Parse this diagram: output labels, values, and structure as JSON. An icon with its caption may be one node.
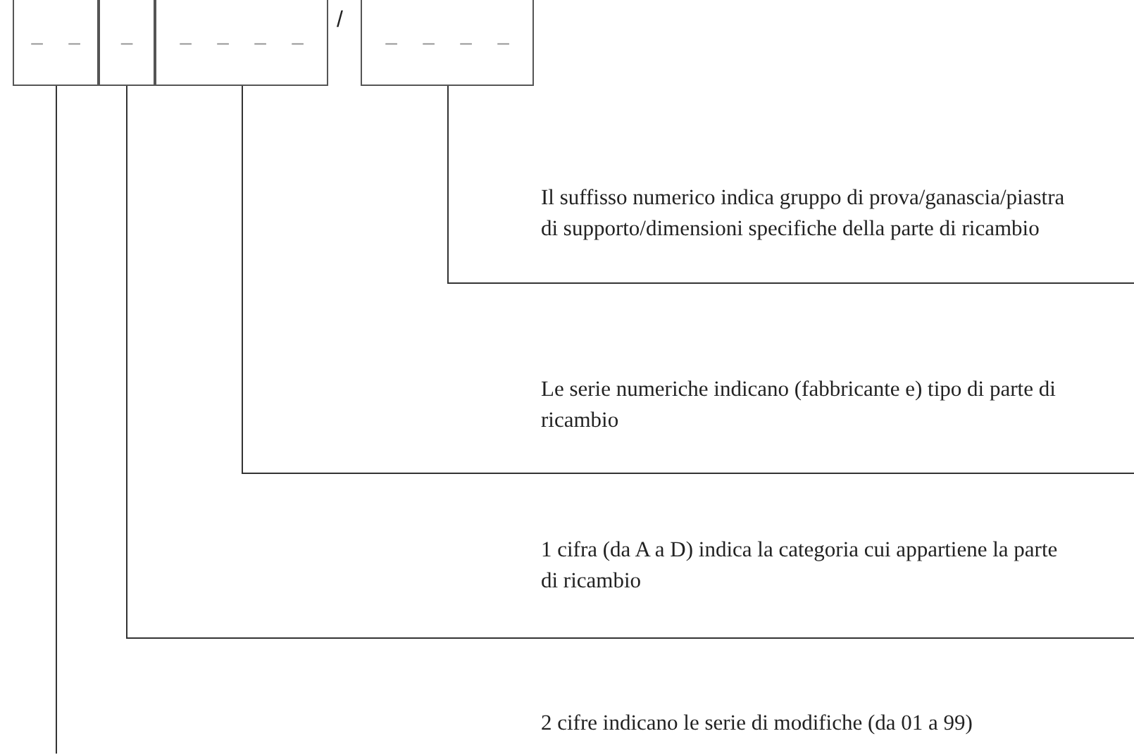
{
  "diagram": {
    "nodes": [
      {
        "text": [
          "– –"
        ]
      },
      {
        "text": [
          "–"
        ]
      },
      {
        "text": [
          "– – – –"
        ]
      },
      {
        "text": [
          "– – – –"
        ]
      },
      {
        "text": [
          "Il suffisso numerico indica gruppo di prova/ganascia/piastra di supporto/dimensioni specifiche della parte di ricambio"
        ]
      },
      {
        "text": [
          "Le serie numeriche indicano (fabbricante e) tipo di parte di ricambio"
        ]
      },
      {
        "text": [
          "1 cifra (da A a D) indica la categoria cui appartiene la parte di ricambio"
        ]
      },
      {
        "text": [
          "2 cifre indicano le serie di modifiche (da 01 a 99)"
        ]
      }
    ],
    "edges": [
      {
        "from": 4,
        "to": 3,
        "arrow": "none"
      },
      {
        "from": 5,
        "to": 2,
        "arrow": "none"
      },
      {
        "from": 6,
        "to": 1,
        "arrow": "none"
      },
      {
        "from": null,
        "to": 0,
        "arrow": "none"
      }
    ],
    "labels": [
      "/"
    ]
  }
}
